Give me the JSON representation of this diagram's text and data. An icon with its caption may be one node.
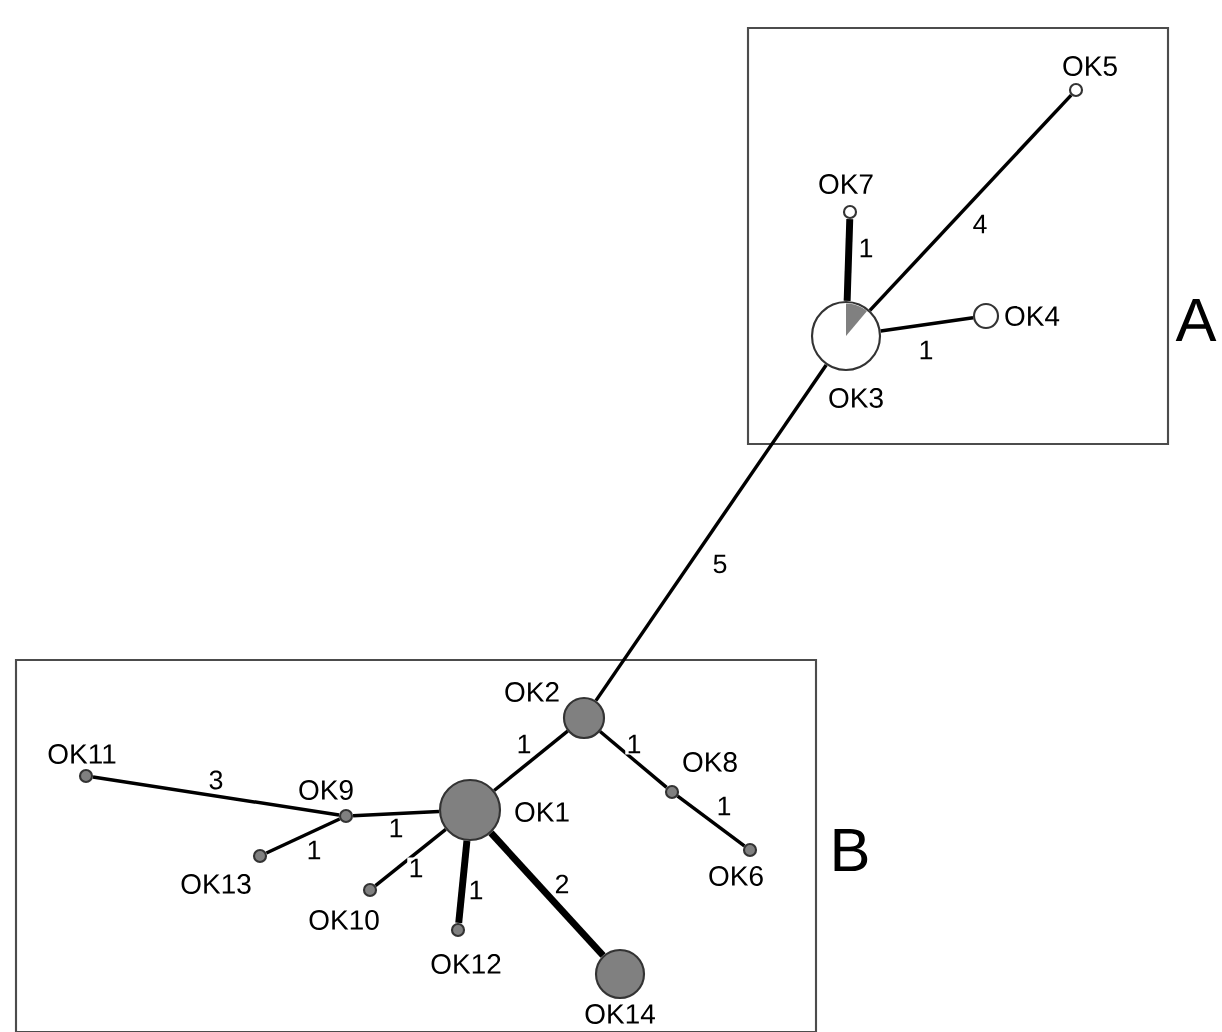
{
  "diagram": {
    "nodes": [
      {
        "text": [
          "A"
        ]
      },
      {
        "text": [
          "OK5"
        ],
        "in": 0
      },
      {
        "text": [
          "OK7"
        ],
        "in": 0
      },
      {
        "text": [
          "OK3"
        ],
        "in": 0
      },
      {
        "text": [
          "OK4"
        ],
        "in": 0
      },
      {
        "text": [
          "B"
        ]
      },
      {
        "text": [
          "OK2"
        ],
        "in": 5
      },
      {
        "text": [
          "OK11"
        ],
        "in": 5
      },
      {
        "text": [
          "OK9"
        ],
        "in": 5
      },
      {
        "text": [
          "OK1"
        ],
        "in": 5
      },
      {
        "text": [
          "OK8"
        ],
        "in": 5
      },
      {
        "text": [
          "OK13"
        ],
        "in": 5
      },
      {
        "text": [
          "OK10"
        ],
        "in": 5
      },
      {
        "text": [
          "OK6"
        ],
        "in": 5
      },
      {
        "text": [
          "OK12"
        ],
        "in": 5
      },
      {
        "text": [
          "OK14"
        ],
        "in": 5
      }
    ],
    "edges": [
      {
        "from": 3,
        "to": 1,
        "arrow": "none",
        "label": "4"
      },
      {
        "from": 3,
        "to": 2,
        "arrow": "none",
        "label": "1",
        "style": "thick"
      },
      {
        "from": 3,
        "to": 4,
        "arrow": "none",
        "label": "1"
      },
      {
        "from": 6,
        "to": 3,
        "arrow": "none",
        "label": "5"
      },
      {
        "from": 9,
        "to": 6,
        "arrow": "none",
        "label": "1"
      },
      {
        "from": 6,
        "to": 10,
        "arrow": "none",
        "label": "1"
      },
      {
        "from": 10,
        "to": 13,
        "arrow": "none",
        "label": "1"
      },
      {
        "from": 8,
        "to": 7,
        "arrow": "none",
        "label": "3"
      },
      {
        "from": 9,
        "to": 8,
        "arrow": "none",
        "label": "1"
      },
      {
        "from": 8,
        "to": 11,
        "arrow": "none",
        "label": "1"
      },
      {
        "from": 9,
        "to": 12,
        "arrow": "none",
        "label": "1"
      },
      {
        "from": 9,
        "to": 14,
        "arrow": "none",
        "label": "1",
        "style": "thick"
      },
      {
        "from": 9,
        "to": 15,
        "arrow": "none",
        "label": "2",
        "style": "thick"
      }
    ]
  }
}
